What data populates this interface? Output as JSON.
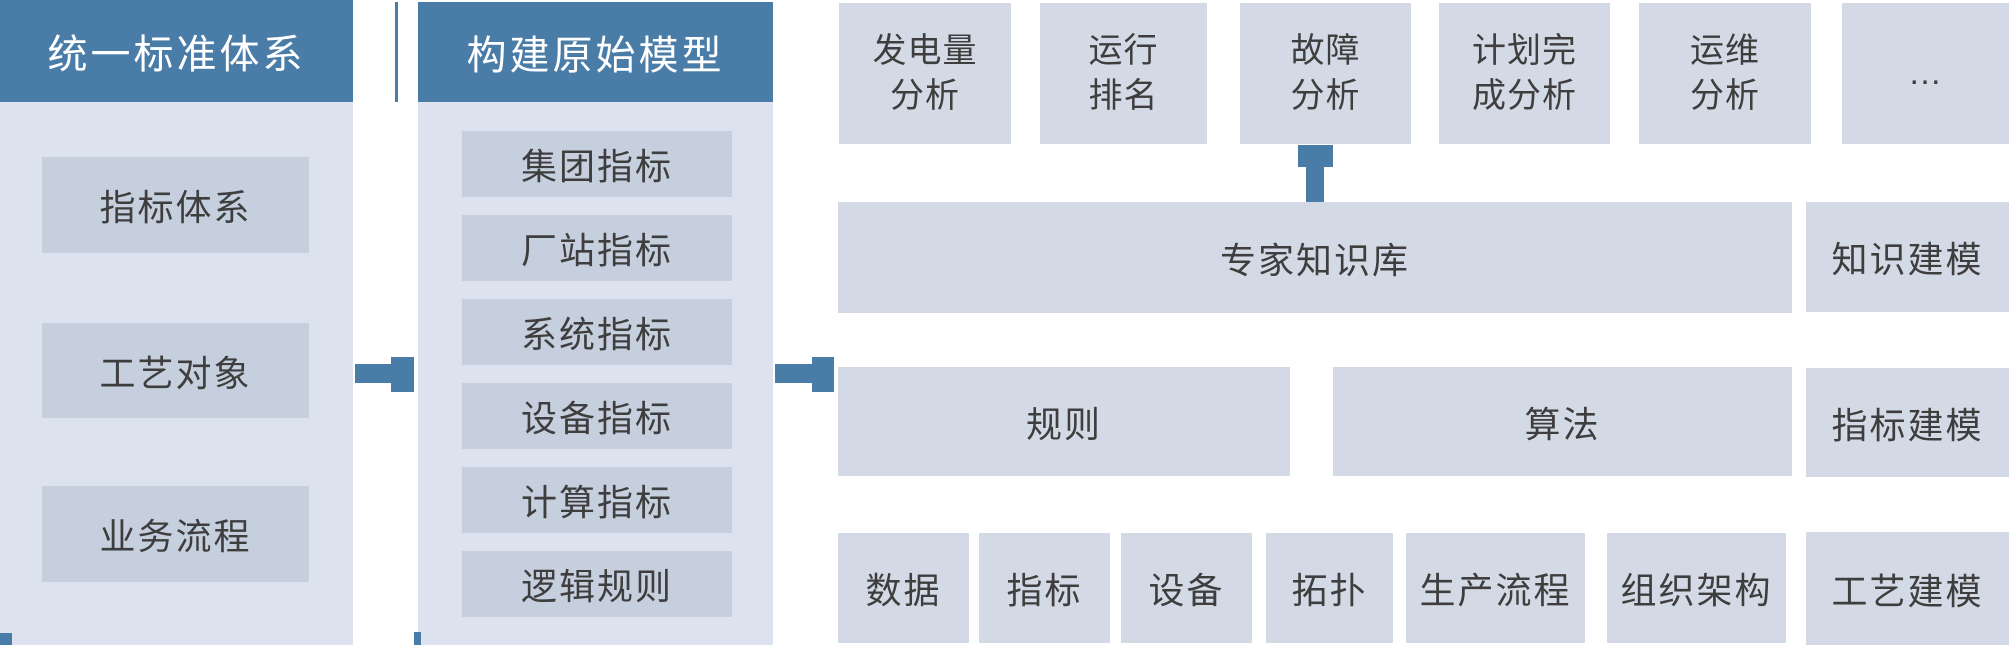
{
  "diagram": {
    "columns": [
      {
        "header": "统一标准体系",
        "items": [
          "指标体系",
          "工艺对象",
          "业务流程"
        ]
      },
      {
        "header": "构建原始模型",
        "items": [
          "集团指标",
          "厂站指标",
          "系统指标",
          "设备指标",
          "计算指标",
          "逻辑规则"
        ]
      }
    ],
    "analysis_row": [
      "发电量\n分析",
      "运行\n排名",
      "故障\n分析",
      "计划完\n成分析",
      "运维\n分析",
      "…"
    ],
    "knowledge_band": "专家知识库",
    "middle_row": [
      "规则",
      "算法"
    ],
    "bottom_row": [
      "数据",
      "指标",
      "设备",
      "拓扑",
      "生产流程",
      "组织架构"
    ],
    "modeling_column": [
      "知识建模",
      "指标建模",
      "工艺建模"
    ],
    "icons": {
      "arrow_right_icon": "blocky-right-arrow",
      "arrow_up_icon": "blocky-up-arrow"
    },
    "colors": {
      "accent_blue": "#4A7CA8",
      "column_bg": "#DCE3EE",
      "column_item_bg": "#C6CFDE",
      "panel_item_bg": "#D4DAE5",
      "text_dark": "#3E3E3E",
      "text_light": "#FFFFFF"
    }
  }
}
